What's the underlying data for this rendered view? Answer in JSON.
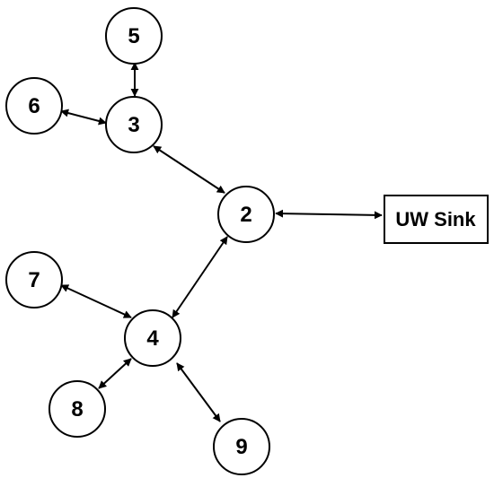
{
  "nodes": [
    {
      "id": "5",
      "label": "5"
    },
    {
      "id": "6",
      "label": "6"
    },
    {
      "id": "3",
      "label": "3"
    },
    {
      "id": "2",
      "label": "2"
    },
    {
      "id": "sink",
      "label": "UW Sink"
    },
    {
      "id": "7",
      "label": "7"
    },
    {
      "id": "4",
      "label": "4"
    },
    {
      "id": "8",
      "label": "8"
    },
    {
      "id": "9",
      "label": "9"
    }
  ],
  "edges": [
    {
      "from": "5",
      "to": "3",
      "bidirectional": true
    },
    {
      "from": "6",
      "to": "3",
      "bidirectional": true
    },
    {
      "from": "3",
      "to": "2",
      "bidirectional": true
    },
    {
      "from": "2",
      "to": "sink",
      "bidirectional": true
    },
    {
      "from": "2",
      "to": "4",
      "bidirectional": true
    },
    {
      "from": "7",
      "to": "4",
      "bidirectional": true
    },
    {
      "from": "8",
      "to": "4",
      "bidirectional": true
    },
    {
      "from": "9",
      "to": "4",
      "bidirectional": true
    }
  ]
}
